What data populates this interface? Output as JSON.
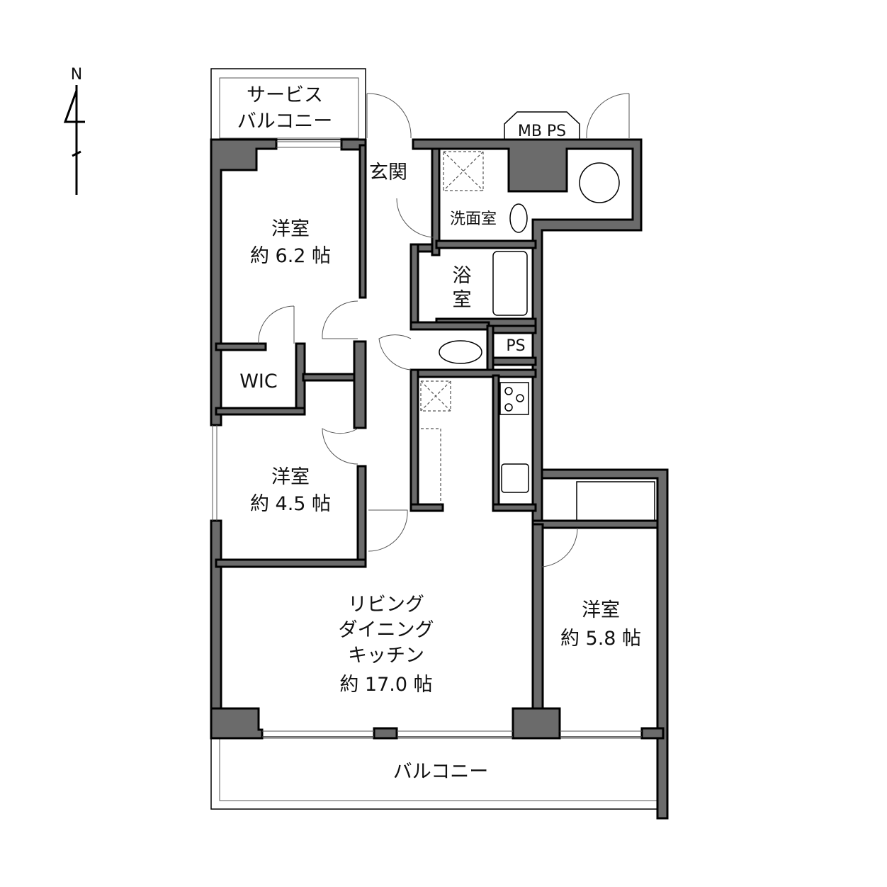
{
  "compass": {
    "north": "N"
  },
  "rooms": {
    "service_balcony": {
      "line1": "サービス",
      "line2": "バルコニー"
    },
    "entrance": "玄関",
    "mbps": "MB PS",
    "washroom": "洗面室",
    "bath": {
      "line1": "浴",
      "line2": "室"
    },
    "ps": "PS",
    "western_1": {
      "name": "洋室",
      "size": "約 6.2 帖"
    },
    "wic": "WIC",
    "western_2": {
      "name": "洋室",
      "size": "約 4.5 帖"
    },
    "ldk": {
      "line1": "リビング",
      "line2": "ダイニング",
      "line3": "キッチン",
      "size": "約 17.0 帖"
    },
    "western_3": {
      "name": "洋室",
      "size": "約 5.8 帖"
    },
    "balcony": "バルコニー"
  },
  "colors": {
    "wall": "#6b6b6b",
    "line": "#000000"
  }
}
